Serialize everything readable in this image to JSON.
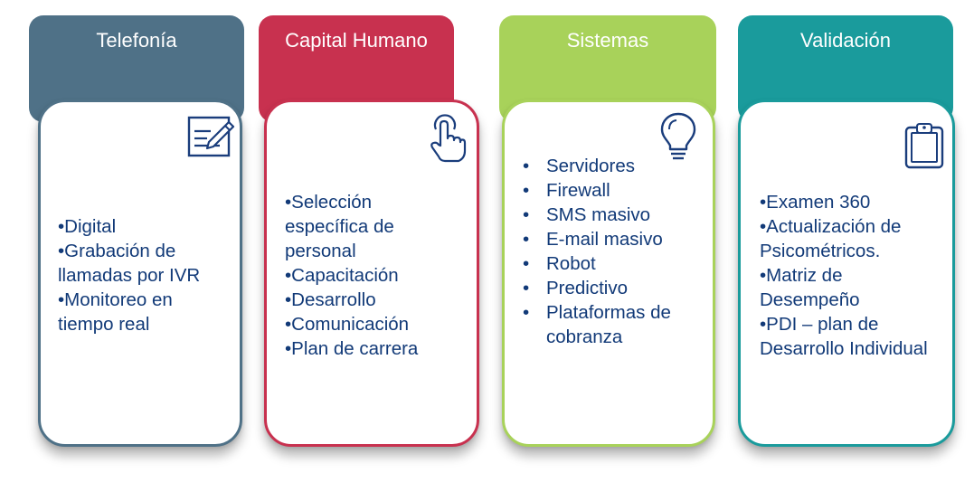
{
  "colors": {
    "telefonia": "#4f7187",
    "capital_humano": "#c8314f",
    "sistemas": "#a8d25a",
    "validacion": "#1a9b9c",
    "text": "#123a78",
    "icon": "#1a3d7c"
  },
  "columns": [
    {
      "title": "Telefonía",
      "icon": "edit-note-icon",
      "items": [
        "•Digital",
        "•Grabación de",
        "llamadas por IVR",
        "•Monitoreo en",
        "tiempo real"
      ]
    },
    {
      "title": "Capital Humano",
      "icon": "touch-hand-icon",
      "items": [
        "•Selección",
        "específica de",
        "personal",
        "•Capacitación",
        "•Desarrollo",
        "•Comunicación",
        "•Plan de carrera"
      ]
    },
    {
      "title": "Sistemas",
      "icon": "lightbulb-icon",
      "items": [
        "Servidores",
        "Firewall",
        "SMS masivo",
        "E-mail masivo",
        "Robot",
        "Predictivo",
        "Plataformas de cobranza"
      ]
    },
    {
      "title": "Validación",
      "icon": "clipboard-icon",
      "items": [
        "•Examen 360",
        "•Actualización de",
        "Psicométricos.",
        "•Matriz de",
        "Desempeño",
        "•PDI – plan de",
        "Desarrollo Individual"
      ]
    }
  ]
}
